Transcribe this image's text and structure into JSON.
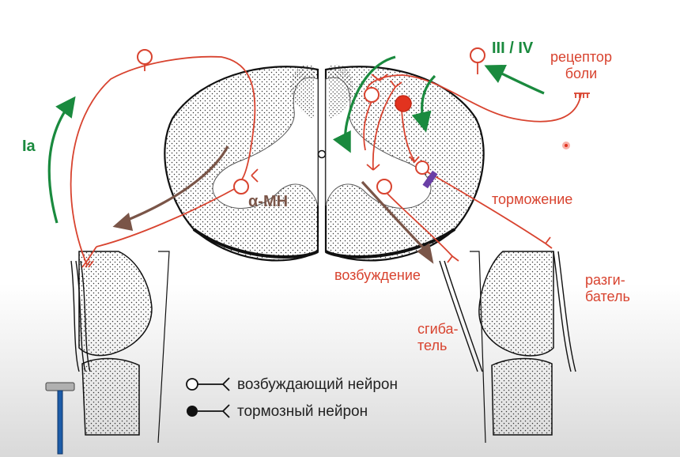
{
  "labels": {
    "ia": "Ia",
    "iii_iv": "III / IV",
    "pain_receptor": [
      "рецептор",
      "боли"
    ],
    "alpha_mn": "α-МН",
    "inhibition": "торможение",
    "excitation": "возбуждение",
    "extensor": [
      "разги-",
      "батель"
    ],
    "flexor": [
      "сгиба-",
      "тель"
    ]
  },
  "legend": {
    "excitatory": "возбуждающий нейрон",
    "inhibitory": "тормозный нейрон"
  },
  "colors": {
    "neuron_red": "#d8432f",
    "arrow_green": "#1a8a3e",
    "arrow_brown": "#7a5548",
    "block_purple": "#6a3fa6",
    "outline": "#111111"
  },
  "icons": [
    "reflex-hammer-icon",
    "excitatory-neuron-icon",
    "inhibitory-neuron-icon"
  ]
}
